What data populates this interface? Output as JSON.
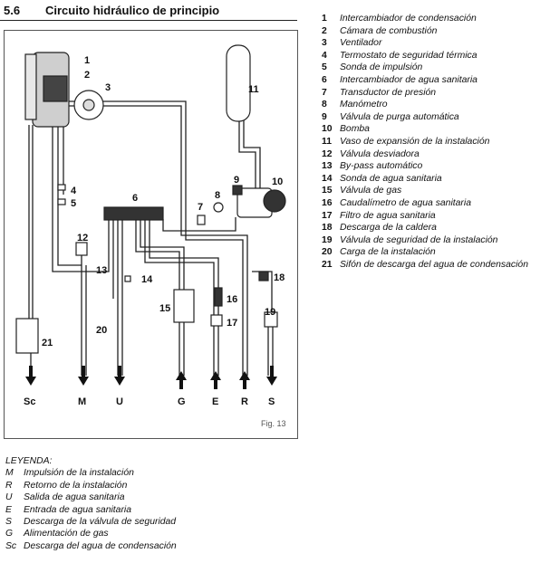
{
  "header": {
    "number": "5.6",
    "title": "Circuito hidráulico de principio"
  },
  "figure_label": "Fig. 13",
  "callouts": [
    "1",
    "2",
    "3",
    "4",
    "5",
    "6",
    "7",
    "8",
    "9",
    "10",
    "11",
    "12",
    "13",
    "14",
    "15",
    "16",
    "17",
    "18",
    "19",
    "20",
    "21"
  ],
  "terminals": [
    "Sc",
    "M",
    "U",
    "G",
    "E",
    "R",
    "S"
  ],
  "components": [
    {
      "num": "1",
      "text": "Intercambiador de condensación"
    },
    {
      "num": "2",
      "text": "Cámara de combustión"
    },
    {
      "num": "3",
      "text": "Ventilador"
    },
    {
      "num": "4",
      "text": "Termostato de seguridad térmica"
    },
    {
      "num": "5",
      "text": "Sonda de impulsión"
    },
    {
      "num": "6",
      "text": "Intercambiador de agua sanitaria"
    },
    {
      "num": "7",
      "text": "Transductor de presión"
    },
    {
      "num": "8",
      "text": "Manómetro"
    },
    {
      "num": "9",
      "text": "Válvula de purga automática"
    },
    {
      "num": "10",
      "text": "Bomba"
    },
    {
      "num": "11",
      "text": "Vaso de expansión de la instalación"
    },
    {
      "num": "12",
      "text": "Válvula desviadora"
    },
    {
      "num": "13",
      "text": "By-pass automático"
    },
    {
      "num": "14",
      "text": "Sonda de agua sanitaria"
    },
    {
      "num": "15",
      "text": "Válvula de gas"
    },
    {
      "num": "16",
      "text": "Caudalímetro de agua sanitaria"
    },
    {
      "num": "17",
      "text": "Filtro de agua sanitaria"
    },
    {
      "num": "18",
      "text": "Descarga de la caldera"
    },
    {
      "num": "19",
      "text": "Válvula de seguridad de la instalación"
    },
    {
      "num": "20",
      "text": "Carga de la instalación"
    },
    {
      "num": "21",
      "text": "Sifón de descarga del agua de condensación"
    }
  ],
  "legend": {
    "heading": "LEYENDA:",
    "items": [
      {
        "code": "M",
        "text": "Impulsión de la instalación"
      },
      {
        "code": "R",
        "text": "Retorno de la instalación"
      },
      {
        "code": "U",
        "text": "Salida de agua sanitaria"
      },
      {
        "code": "E",
        "text": "Entrada de agua sanitaria"
      },
      {
        "code": "S",
        "text": "Descarga de la válvula de seguridad"
      },
      {
        "code": "G",
        "text": "Alimentación de gas"
      },
      {
        "code": "Sc",
        "text": "Descarga del agua de condensación"
      }
    ]
  }
}
